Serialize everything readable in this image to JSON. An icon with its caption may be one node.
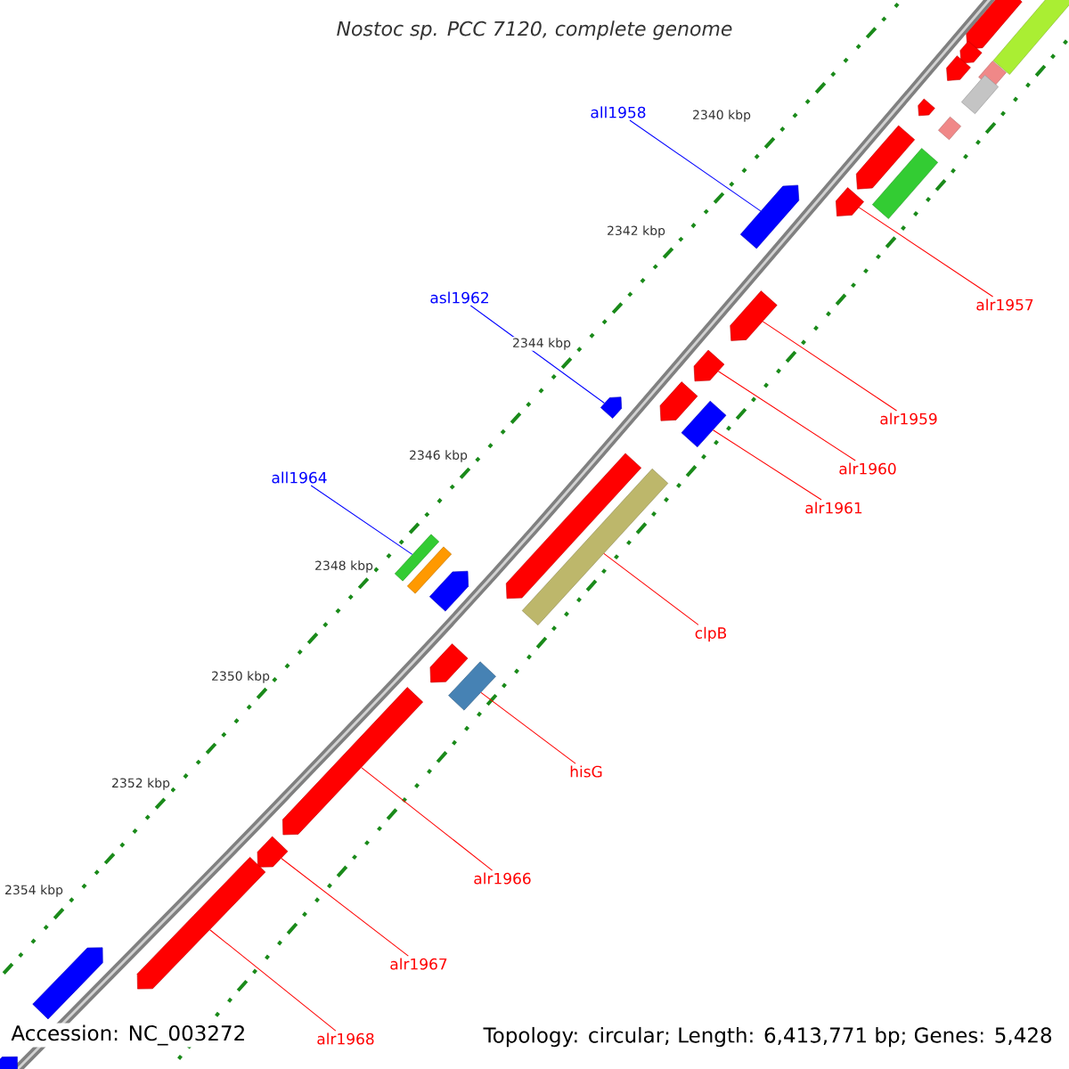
{
  "diagram": {
    "title": "Nostoc sp. PCC 7120, complete genome",
    "nodes": [
      {
        "text": [
          "all1958"
        ]
      },
      {
        "text": [
          "alr1957"
        ]
      },
      {
        "text": [
          "asl1962"
        ]
      },
      {
        "text": [
          "alr1959"
        ]
      },
      {
        "text": [
          "alr1960"
        ]
      },
      {
        "text": [
          "alr1961"
        ]
      },
      {
        "text": [
          "all1964"
        ]
      },
      {
        "text": [
          "clpB"
        ]
      },
      {
        "text": [
          "hisG"
        ]
      },
      {
        "text": [
          "alr1966"
        ]
      },
      {
        "text": [
          "alr1967"
        ]
      },
      {
        "text": [
          "alr1968"
        ]
      },
      {
        "text": [],
        "shape": "bar"
      },
      {
        "text": [],
        "shape": "bar"
      },
      {
        "text": [],
        "shape": "bar"
      },
      {
        "text": [],
        "shape": "bar"
      },
      {
        "text": [],
        "shape": "bar"
      },
      {
        "text": [],
        "shape": "bar"
      },
      {
        "text": [],
        "shape": "bar"
      },
      {
        "text": [],
        "shape": "bar"
      },
      {
        "text": [],
        "shape": "bar"
      },
      {
        "text": [],
        "shape": "bar"
      },
      {
        "text": [],
        "shape": "bar"
      },
      {
        "text": [],
        "shape": "bar"
      },
      {
        "text": [],
        "shape": "bar"
      },
      {
        "text": [],
        "shape": "bar"
      },
      {
        "text": [],
        "shape": "bar"
      },
      {
        "text": [],
        "shape": "bar"
      },
      {
        "text": [],
        "shape": "bar"
      },
      {
        "text": [],
        "shape": "bar"
      },
      {
        "text": [],
        "shape": "bar"
      },
      {
        "text": [],
        "shape": "bar"
      },
      {
        "text": [],
        "shape": "bar"
      },
      {
        "text": [],
        "shape": "bar"
      },
      {
        "text": [],
        "shape": "bar"
      },
      {
        "text": [],
        "shape": "bar"
      },
      {
        "text": [],
        "shape": "bar"
      },
      {
        "text": [],
        "shape": "bar"
      },
      {
        "text": [],
        "shape": "bar"
      },
      {
        "text": [],
        "shape": "bar"
      },
      {
        "text": [],
        "shape": "bar"
      }
    ],
    "edges": [
      {
        "from": 0,
        "to": 23,
        "arrow": "none",
        "color": "#0000ff"
      },
      {
        "from": 1,
        "to": 22,
        "arrow": "none"
      },
      {
        "from": 2,
        "to": 27,
        "arrow": "none",
        "color": "#0000ff"
      },
      {
        "from": 3,
        "to": 24,
        "arrow": "none"
      },
      {
        "from": 4,
        "to": 25,
        "arrow": "none"
      },
      {
        "from": 5,
        "to": 28,
        "arrow": "none"
      },
      {
        "from": 6,
        "to": 31,
        "arrow": "none",
        "color": "#0000ff"
      },
      {
        "from": 7,
        "to": 30,
        "arrow": "none"
      },
      {
        "from": 8,
        "to": 35,
        "arrow": "none"
      },
      {
        "from": 9,
        "to": 36,
        "arrow": "none"
      },
      {
        "from": 10,
        "to": 37,
        "arrow": "none"
      },
      {
        "from": 11,
        "to": 38,
        "arrow": "none"
      }
    ],
    "labels": [
      "2340 kbp",
      "2342 kbp",
      "2344 kbp",
      "2346 kbp",
      "2348 kbp",
      "2350 kbp",
      "2352 kbp",
      "2354 kbp",
      "Accession: NC_003272",
      "Topology: circular; Length: 6,413,771 bp; Genes: 5,428"
    ]
  }
}
